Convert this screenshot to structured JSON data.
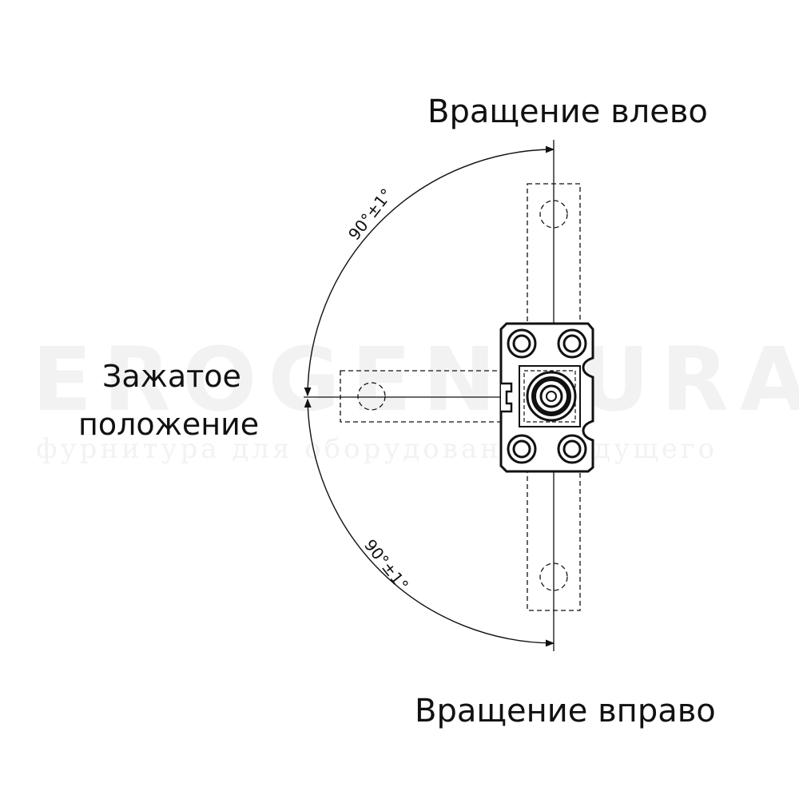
{
  "watermark": {
    "brand": "EROGENTURA",
    "tagline": "фурнитура для оборудования будущего"
  },
  "labels": {
    "rotate_left": "Вращение влево",
    "rotate_right": "Вращение вправо",
    "clamped_line1": "Зажатое",
    "clamped_line2": "положение"
  },
  "dimensions": {
    "upper_angle": "90°±1°",
    "lower_angle": "90°±1°"
  }
}
